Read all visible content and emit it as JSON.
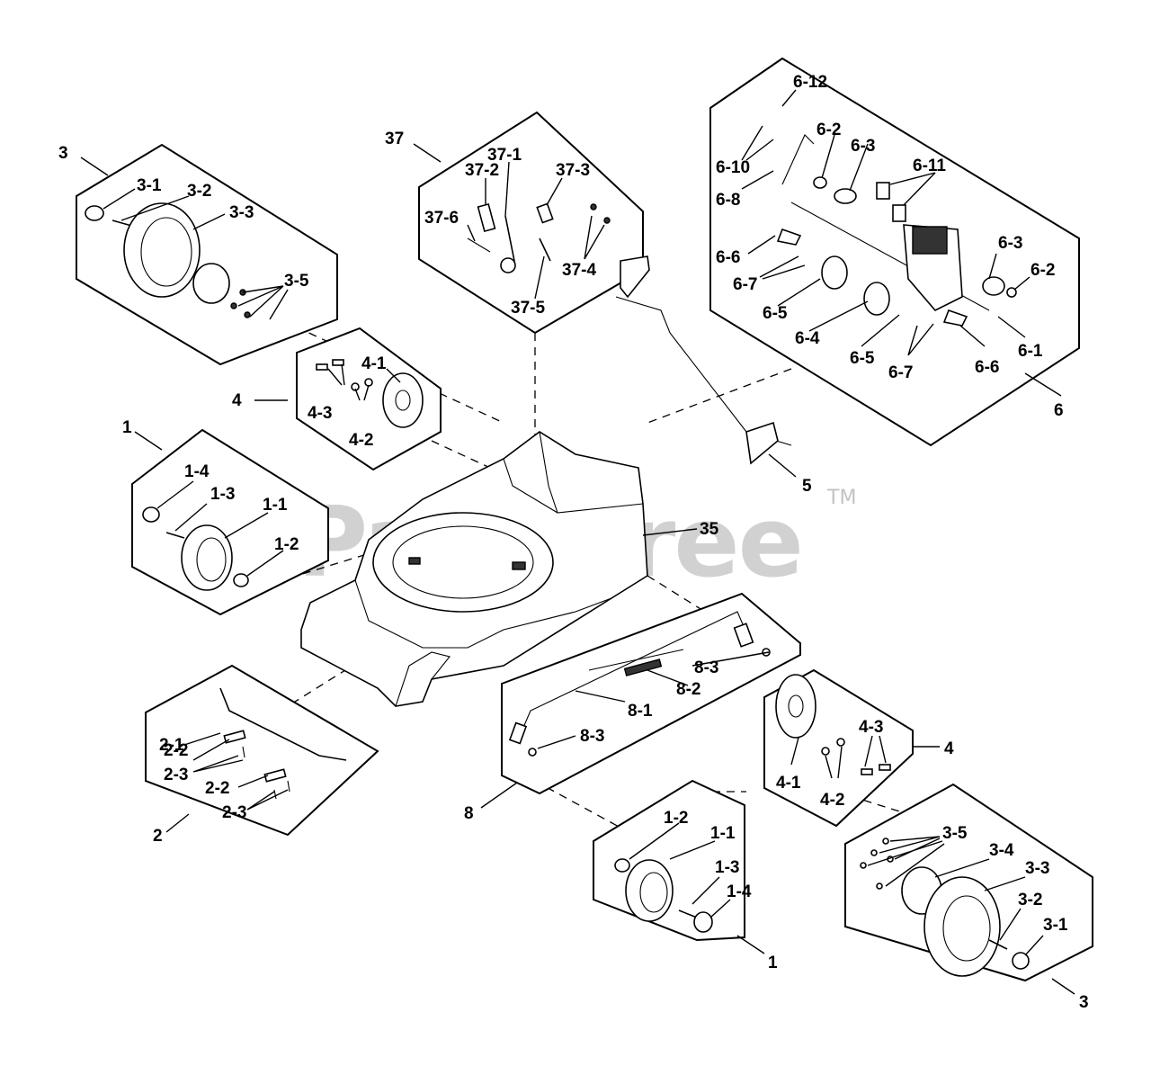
{
  "watermark": {
    "text": "PartsTree",
    "trademark": "TM"
  },
  "labels": {
    "g1": "1",
    "g1_4": "1-4",
    "g1_3": "1-3",
    "g1_1": "1-1",
    "g1_2": "1-2",
    "g2_1": "2-1",
    "g2_2a": "2-2",
    "g2_3a": "2-3",
    "g2_2b": "2-2",
    "g2_3b": "2-3",
    "g2": "2",
    "g3": "3",
    "g3_1": "3-1",
    "g3_2": "3-2",
    "g3_3": "3-3",
    "g3_5": "3-5",
    "g4": "4",
    "g4_1": "4-1",
    "g4_3": "4-3",
    "g4_2": "4-2",
    "g37": "37",
    "g37_1": "37-1",
    "g37_2": "37-2",
    "g37_3": "37-3",
    "g37_6": "37-6",
    "g37_4": "37-4",
    "g37_5": "37-5",
    "g6_12": "6-12",
    "g6_2a": "6-2",
    "g6_3a": "6-3",
    "g6_11": "6-11",
    "g6_10": "6-10",
    "g6_8": "6-8",
    "g6_6a": "6-6",
    "g6_7a": "6-7",
    "g6_5a": "6-5",
    "g6_4": "6-4",
    "g6_3b": "6-3",
    "g6_2b": "6-2",
    "g6_1": "6-1",
    "g6_5b": "6-5",
    "g6_7b": "6-7",
    "g6_6b": "6-6",
    "g6": "6",
    "g5": "5",
    "g35": "35",
    "g8_3a": "8-3",
    "g8_2": "8-2",
    "g8_1": "8-1",
    "g8_3b": "8-3",
    "g8": "8",
    "r4_3": "4-3",
    "r4": "4",
    "r4_1": "4-1",
    "r4_2": "4-2",
    "r1_2": "1-2",
    "r1_1": "1-1",
    "r1_3": "1-3",
    "r1_4": "1-4",
    "r1": "1",
    "r3_5": "3-5",
    "r3_4": "3-4",
    "r3_3": "3-3",
    "r3_2": "3-2",
    "r3_1": "3-1",
    "r3": "3"
  }
}
